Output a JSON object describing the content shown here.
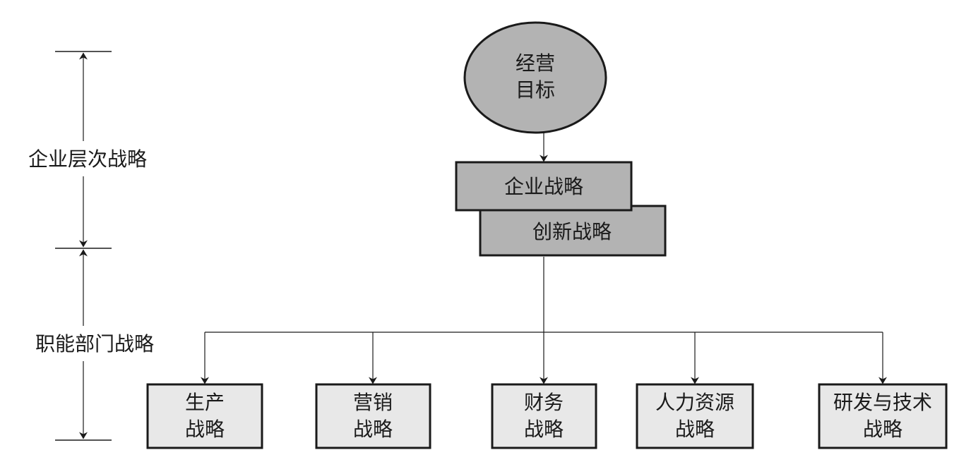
{
  "levels": {
    "corporate": "企业层次战略",
    "functional": "职能部门战略"
  },
  "goal": {
    "line1": "经营",
    "line2": "目标"
  },
  "corporate_strategy": "企业战略",
  "innovation_strategy": "创新战略",
  "functions": [
    {
      "line1": "生产",
      "line2": "战略"
    },
    {
      "line1": "营销",
      "line2": "战略"
    },
    {
      "line1": "财务",
      "line2": "战略"
    },
    {
      "line1": "人力资源",
      "line2": "战略"
    },
    {
      "line1": "研发与技术",
      "line2": "战略"
    }
  ],
  "colors": {
    "goal_fill": "#b3b3b3",
    "strategy_fill": "#b3b3b3",
    "function_fill": "#e8e8e8",
    "stroke": "#1a1a1a"
  }
}
